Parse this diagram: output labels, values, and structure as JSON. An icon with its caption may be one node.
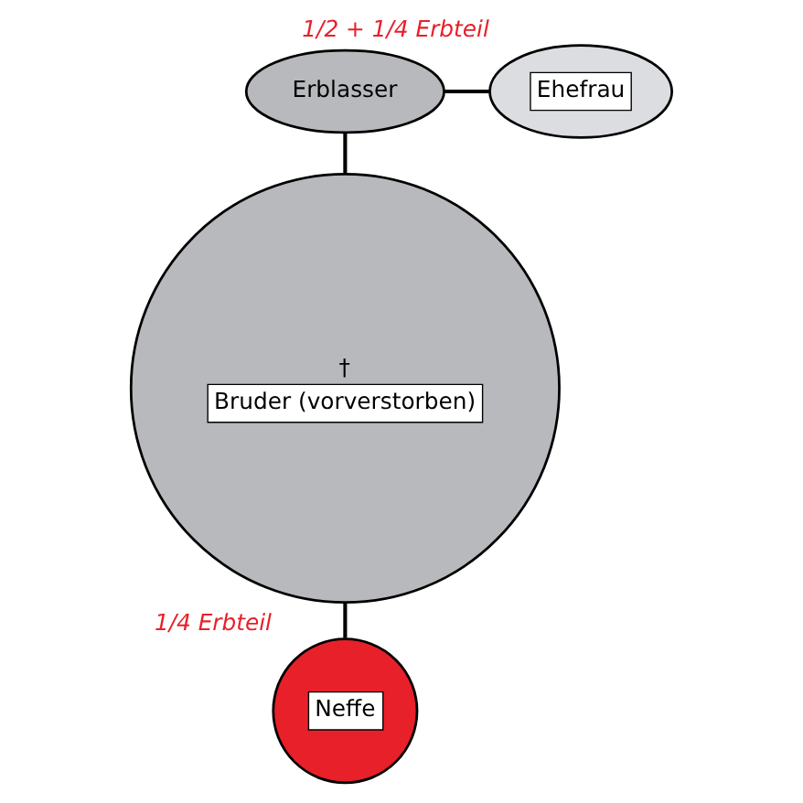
{
  "diagram": {
    "nodes": [
      {
        "text": [
          "Erblasser"
        ]
      },
      {
        "text": [
          "Ehefrau"
        ],
        "beside": [
          "1/2 + 1/4 Erbteil"
        ]
      },
      {
        "text": [
          "†",
          "Bruder (vorverstorben)"
        ]
      },
      {
        "text": [
          "Neffe"
        ],
        "beside": [
          "1/4 Erbteil"
        ]
      }
    ],
    "edges": [
      {
        "from": 0,
        "to": 1,
        "arrow": "none"
      },
      {
        "from": 0,
        "to": 2,
        "arrow": "none"
      },
      {
        "from": 2,
        "to": 3,
        "arrow": "none"
      }
    ]
  }
}
